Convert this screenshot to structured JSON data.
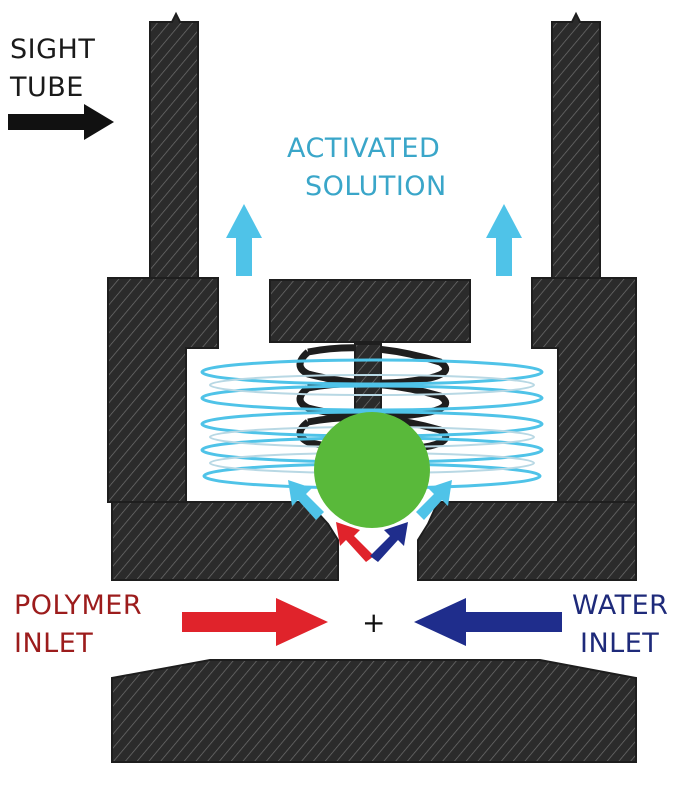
{
  "labels": {
    "sight_tube_line1": "SIGHT",
    "sight_tube_line2": "TUBE",
    "activated_line1": "ACTIVATED",
    "activated_line2": "SOLUTION",
    "polymer_line1": "POLYMER",
    "polymer_line2": "INLET",
    "water_line1": "WATER",
    "water_line2": "INLET",
    "plus": "+"
  },
  "colors": {
    "body": "#2b2b2b",
    "hatch": "#6a6a6a",
    "activated": "#4fc3e8",
    "polymer": "#e0232b",
    "water": "#1f2d8c",
    "ball": "#59b93a",
    "label_cyan": "#3aa6c9",
    "label_red": "#9c1c1c",
    "label_blue": "#1e2a7a"
  }
}
